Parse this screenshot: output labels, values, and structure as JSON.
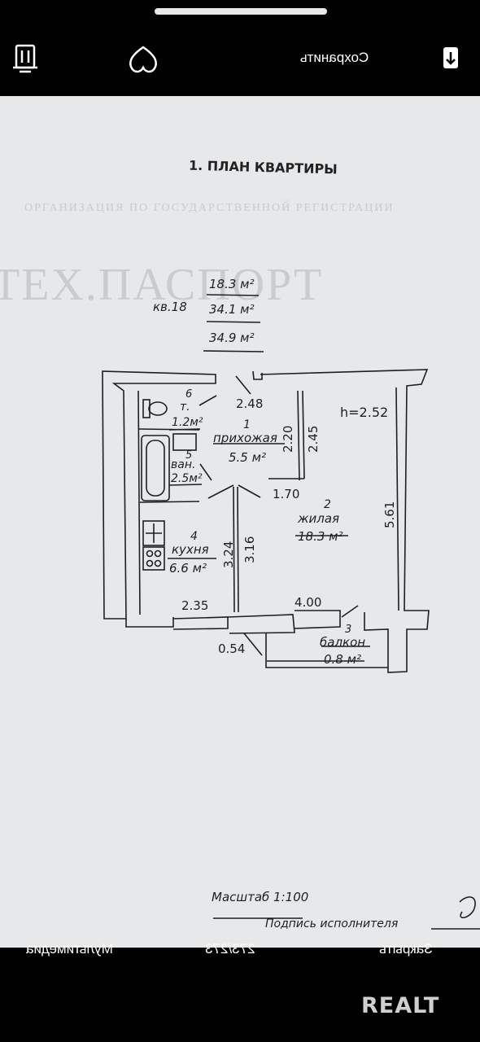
{
  "topbar": {
    "save_label": "Сохранить",
    "icons": [
      "delete-icon",
      "favorite-heart-icon",
      "download-icon"
    ]
  },
  "document": {
    "title": "1. ПЛАН КВАРТИРЫ",
    "apartment": {
      "label": "кв.18",
      "living_area": "18.3 м²",
      "total_area": "34.1 м²",
      "area_with_balcony": "34.9 м²"
    },
    "ceiling_height": "h=2.52",
    "rooms": [
      {
        "number": "1",
        "name": "прихожая",
        "area": "5.5 м²"
      },
      {
        "number": "2",
        "name": "жилая",
        "area": "18.3 м²"
      },
      {
        "number": "3",
        "name": "балкон",
        "area": "0.8 м²"
      },
      {
        "number": "4",
        "name": "кухня",
        "area": "6.6 м²"
      },
      {
        "number": "5",
        "name": "ван.",
        "area": "2.5м²"
      },
      {
        "number": "6",
        "name": "т.",
        "area": "1.2м²"
      }
    ],
    "dimensions": {
      "d1": "2.48",
      "d2": "2.20",
      "d3": "2.45",
      "d4": "1.70",
      "d5": "5.61",
      "d6": "3.24",
      "d7": "3.16",
      "d8": "2.35",
      "d9": "4.00",
      "d10": "0.54"
    },
    "scale": "Масштаб 1:100",
    "signature": "Подпись исполнителя"
  },
  "bottombar": {
    "close_label": "Закрыть",
    "counter": "273/273",
    "media_label": "Мультимедиа"
  },
  "watermark": "REALT",
  "colors": {
    "background": "#000000",
    "paper": "#e7e8ea",
    "ink": "#1d1f22"
  }
}
